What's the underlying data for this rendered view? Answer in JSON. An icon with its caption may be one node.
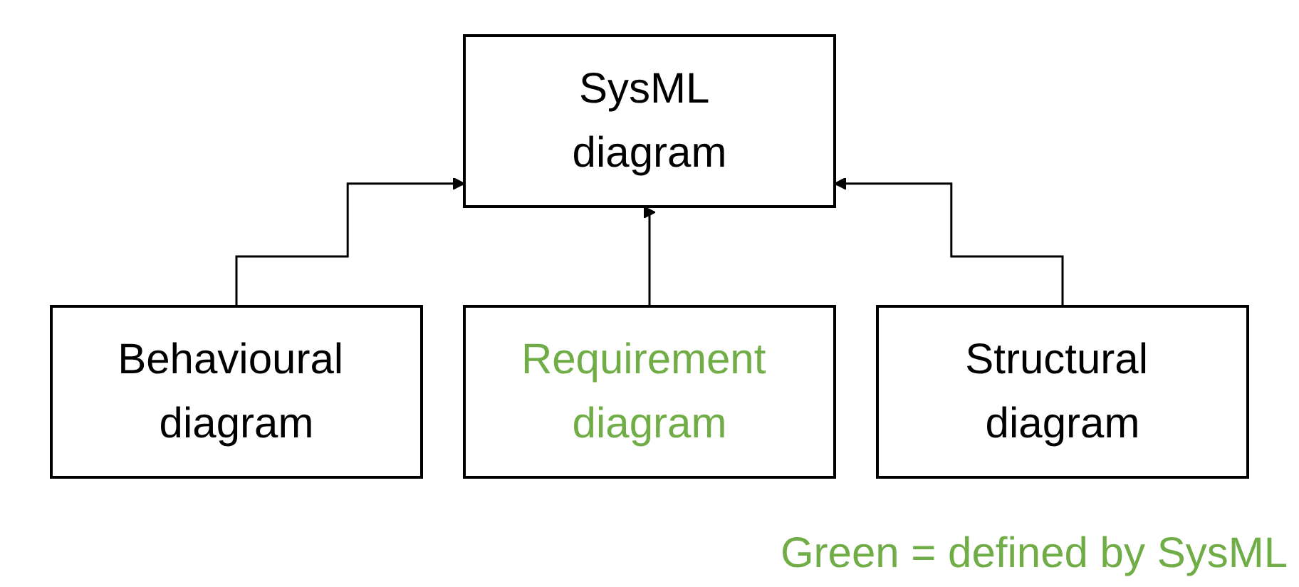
{
  "diagram": {
    "nodes": [
      {
        "text": [
          "SysML diagram"
        ]
      },
      {
        "text": [
          "Behavioural diagram"
        ]
      },
      {
        "text": [
          "Requirement diagram"
        ]
      },
      {
        "text": [
          "Structural diagram"
        ]
      }
    ],
    "edges": [
      {
        "from": 1,
        "to": 0,
        "arrow": "to"
      },
      {
        "from": 2,
        "to": 0,
        "arrow": "to"
      },
      {
        "from": 3,
        "to": 0,
        "arrow": "to"
      }
    ],
    "labels": [
      "Green = defined by SysML"
    ]
  }
}
